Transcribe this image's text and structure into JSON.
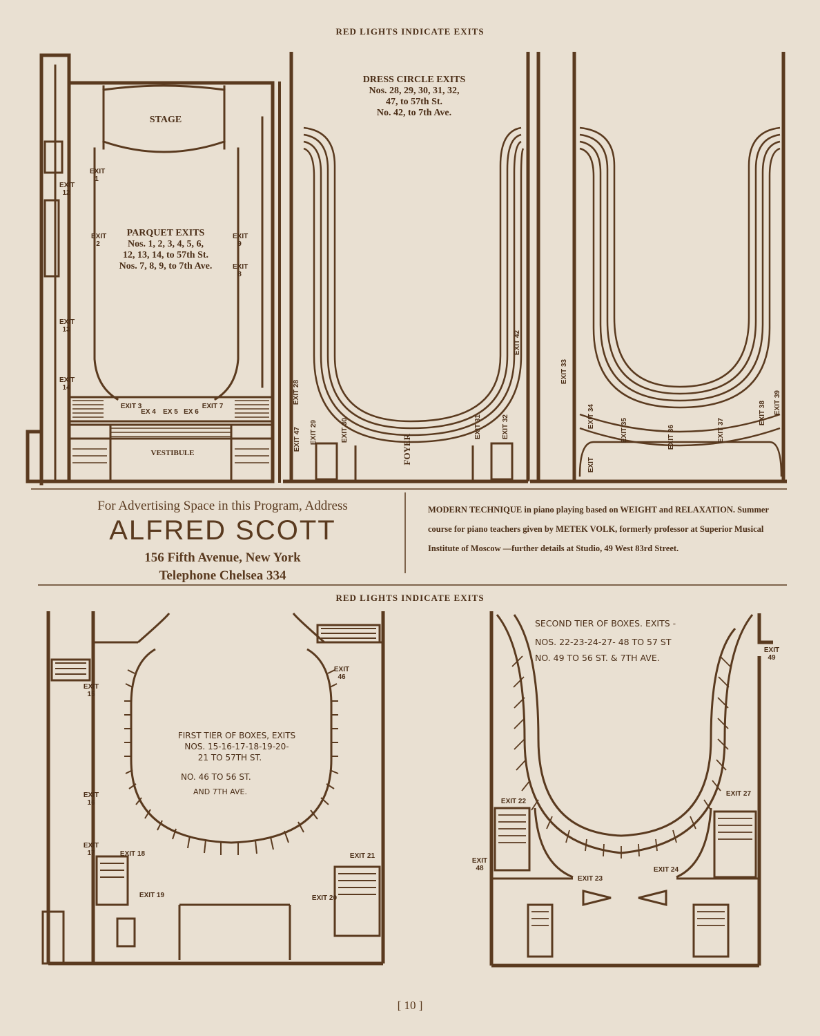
{
  "header_top": "RED LIGHTS INDICATE EXITS",
  "header_bottom": "RED LIGHTS INDICATE EXITS",
  "parquet": {
    "stage": "STAGE",
    "title": "PARQUET EXITS",
    "line1": "Nos. 1, 2, 3, 4, 5, 6,",
    "line2": "12, 13, 14, to 57th St.",
    "line3": "Nos. 7, 8, 9, to 7th Ave.",
    "vestibule": "VESTIBULE",
    "exits": [
      "EXIT 1",
      "EXIT 2",
      "EXIT 3",
      "EX 4",
      "EX 5",
      "EX 6",
      "EXIT 7",
      "EXIT 8",
      "EXIT 9",
      "EXIT 12",
      "EXIT 13",
      "EXIT 14"
    ]
  },
  "dress_circle": {
    "title": "DRESS CIRCLE EXITS",
    "line1": "Nos. 28, 29, 30, 31, 32,",
    "line2": "47, to 57th St.",
    "line3": "No. 42, to 7th Ave.",
    "foyer": "FOYER",
    "exits": [
      "EXIT 28",
      "EXIT 29",
      "EXIT 30",
      "EXIT 31",
      "EXIT 32",
      "EXIT 47",
      "EXIT 42"
    ]
  },
  "balcony": {
    "exits": [
      "EXIT 33",
      "EXIT 34",
      "EXIT 35",
      "EXIT 36",
      "EXIT 37",
      "EXIT 38",
      "EXIT 39",
      "EXIT"
    ]
  },
  "ad_left": {
    "line1": "For Advertising Space in this Program, Address",
    "name": "ALFRED SCOTT",
    "address": "156 Fifth Avenue, New York",
    "phone": "Telephone Chelsea 334"
  },
  "ad_right": {
    "text": "MODERN TECHNIQUE in piano playing based on WEIGHT and RELAXATION. Summer course for piano teachers given by METEK VOLK, formerly professor at Superior Musical Institute of Moscow —further details at Studio, 49 West 83rd Street."
  },
  "first_tier": {
    "line1": "FIRST TIER OF BOXES, EXITS",
    "line2": "NOS. 15-16-17-18-19-20-",
    "line3": "21 TO 57TH ST.",
    "line4": "NO. 46 TO 56 ST.",
    "line5": "AND 7TH AVE.",
    "exits": [
      "EXIT 15",
      "EXIT 16",
      "EXIT 17",
      "EXIT 18",
      "EXIT 19",
      "EXIT 20",
      "EXIT 21",
      "EXIT 46"
    ]
  },
  "second_tier": {
    "line1": "SECOND TIER OF BOXES. EXITS -",
    "line2": "NOS. 22-23-24-27- 48 TO 57 ST",
    "line3": "NO. 49 TO 56 ST. & 7TH AVE.",
    "exits": [
      "EXIT 22",
      "EXIT 23",
      "EXIT 24",
      "EXIT 27",
      "EXIT 48",
      "EXIT 49"
    ]
  },
  "page_number": "[ 10 ]"
}
